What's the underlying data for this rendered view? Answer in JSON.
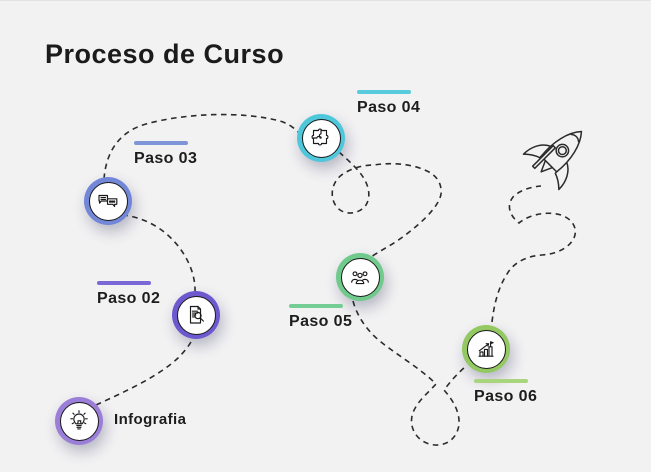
{
  "title": "Proceso de Curso",
  "colors": {
    "background": "#f2f2f3",
    "ink": "#1d1d1d",
    "route": "#2b2b2b"
  },
  "rocket": {
    "icon": "rocket-icon"
  },
  "nodes": [
    {
      "id": "infografia",
      "label": "Infografia",
      "icon": "lightbulb-icon",
      "ring_color": "#9b7ed8",
      "line_color": ""
    },
    {
      "id": "paso-02",
      "label": "Paso 02",
      "icon": "document-search-icon",
      "ring_color": "#6d58d0",
      "line_color": "#7a68d6"
    },
    {
      "id": "paso-03",
      "label": "Paso 03",
      "icon": "chat-bubbles-icon",
      "ring_color": "#7287d7",
      "line_color": "#7e95d8"
    },
    {
      "id": "paso-04",
      "label": "Paso 04",
      "icon": "puzzle-icon",
      "ring_color": "#4ec7da",
      "line_color": "#57cadc"
    },
    {
      "id": "paso-05",
      "label": "Paso 05",
      "icon": "team-icon",
      "ring_color": "#6fca8c",
      "line_color": "#74cd92"
    },
    {
      "id": "paso-06",
      "label": "Paso 06",
      "icon": "growth-chart-icon",
      "ring_color": "#94c862",
      "line_color": "#a8d57e"
    }
  ]
}
